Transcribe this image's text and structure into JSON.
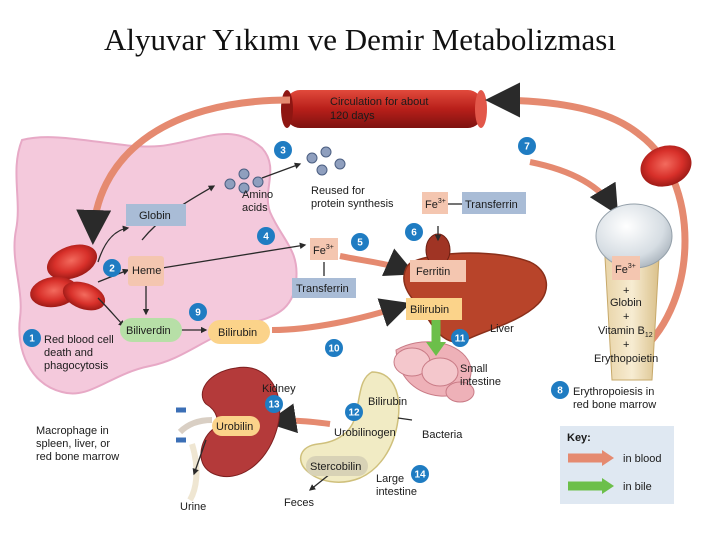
{
  "title": "Alyuvar Yıkımı ve Demir Metabolizması",
  "colors": {
    "macrophage": "#f4c9dc",
    "rbc": "#d8302a",
    "liver": "#b8442a",
    "step_circle": "#1f7cc2",
    "blood_arrow": "#e58a70",
    "bile_arrow": "#6cbf4a",
    "globin_box": "#a9bcd6",
    "heme_box": "#f4c6b0",
    "biliverdin_box": "#b7dfa7",
    "bilirubin_box": "#fbd38a"
  },
  "labels": {
    "circulation": [
      "Circulation for about",
      "120 days"
    ],
    "globin": "Globin",
    "heme": "Heme",
    "biliverdin": "Biliverdin",
    "bilirubin_macro": "Bilirubin",
    "amino_acids": [
      "Amino",
      "acids"
    ],
    "reused": [
      "Reused for",
      "protein synthesis"
    ],
    "fe_plasma": "Fe",
    "fe_plasma_sup": "3+",
    "transferrin_low": "Transferrin",
    "fe_top": "Fe",
    "fe_top_sup": "3+",
    "transferrin_top": "Transferrin",
    "ferritin": "Ferritin",
    "bilirubin_liver": "Bilirubin",
    "liver": "Liver",
    "small_intestine": [
      "Small",
      "intestine"
    ],
    "bilirubin_si": "Bilirubin",
    "urobilinogen": "Urobilinogen",
    "bacteria": "Bacteria",
    "stercobilin": "Stercobilin",
    "large_intestine": [
      "Large",
      "intestine"
    ],
    "feces": "Feces",
    "kidney": "Kidney",
    "urobilin": "Urobilin",
    "urine": "Urine",
    "rbc_death": [
      "Red blood cell",
      "death and",
      "phagocytosis"
    ],
    "macrophage": [
      "Macrophage in",
      "spleen, liver, or",
      "red bone marrow"
    ],
    "fe_marrow": "Fe",
    "fe_marrow_sup": "3+",
    "marrow_list": [
      "+",
      "Globin",
      "+",
      "Vitamin B",
      "+",
      "Erythopoietin"
    ],
    "vitamin_sub": "12",
    "erythropoiesis": [
      "Erythropoiesis in",
      "red bone marrow"
    ],
    "key_title": "Key:",
    "key_blood": "in blood",
    "key_bile": "in bile"
  },
  "steps": [
    "1",
    "2",
    "3",
    "4",
    "5",
    "6",
    "7",
    "8",
    "9",
    "10",
    "11",
    "12",
    "13",
    "14"
  ]
}
